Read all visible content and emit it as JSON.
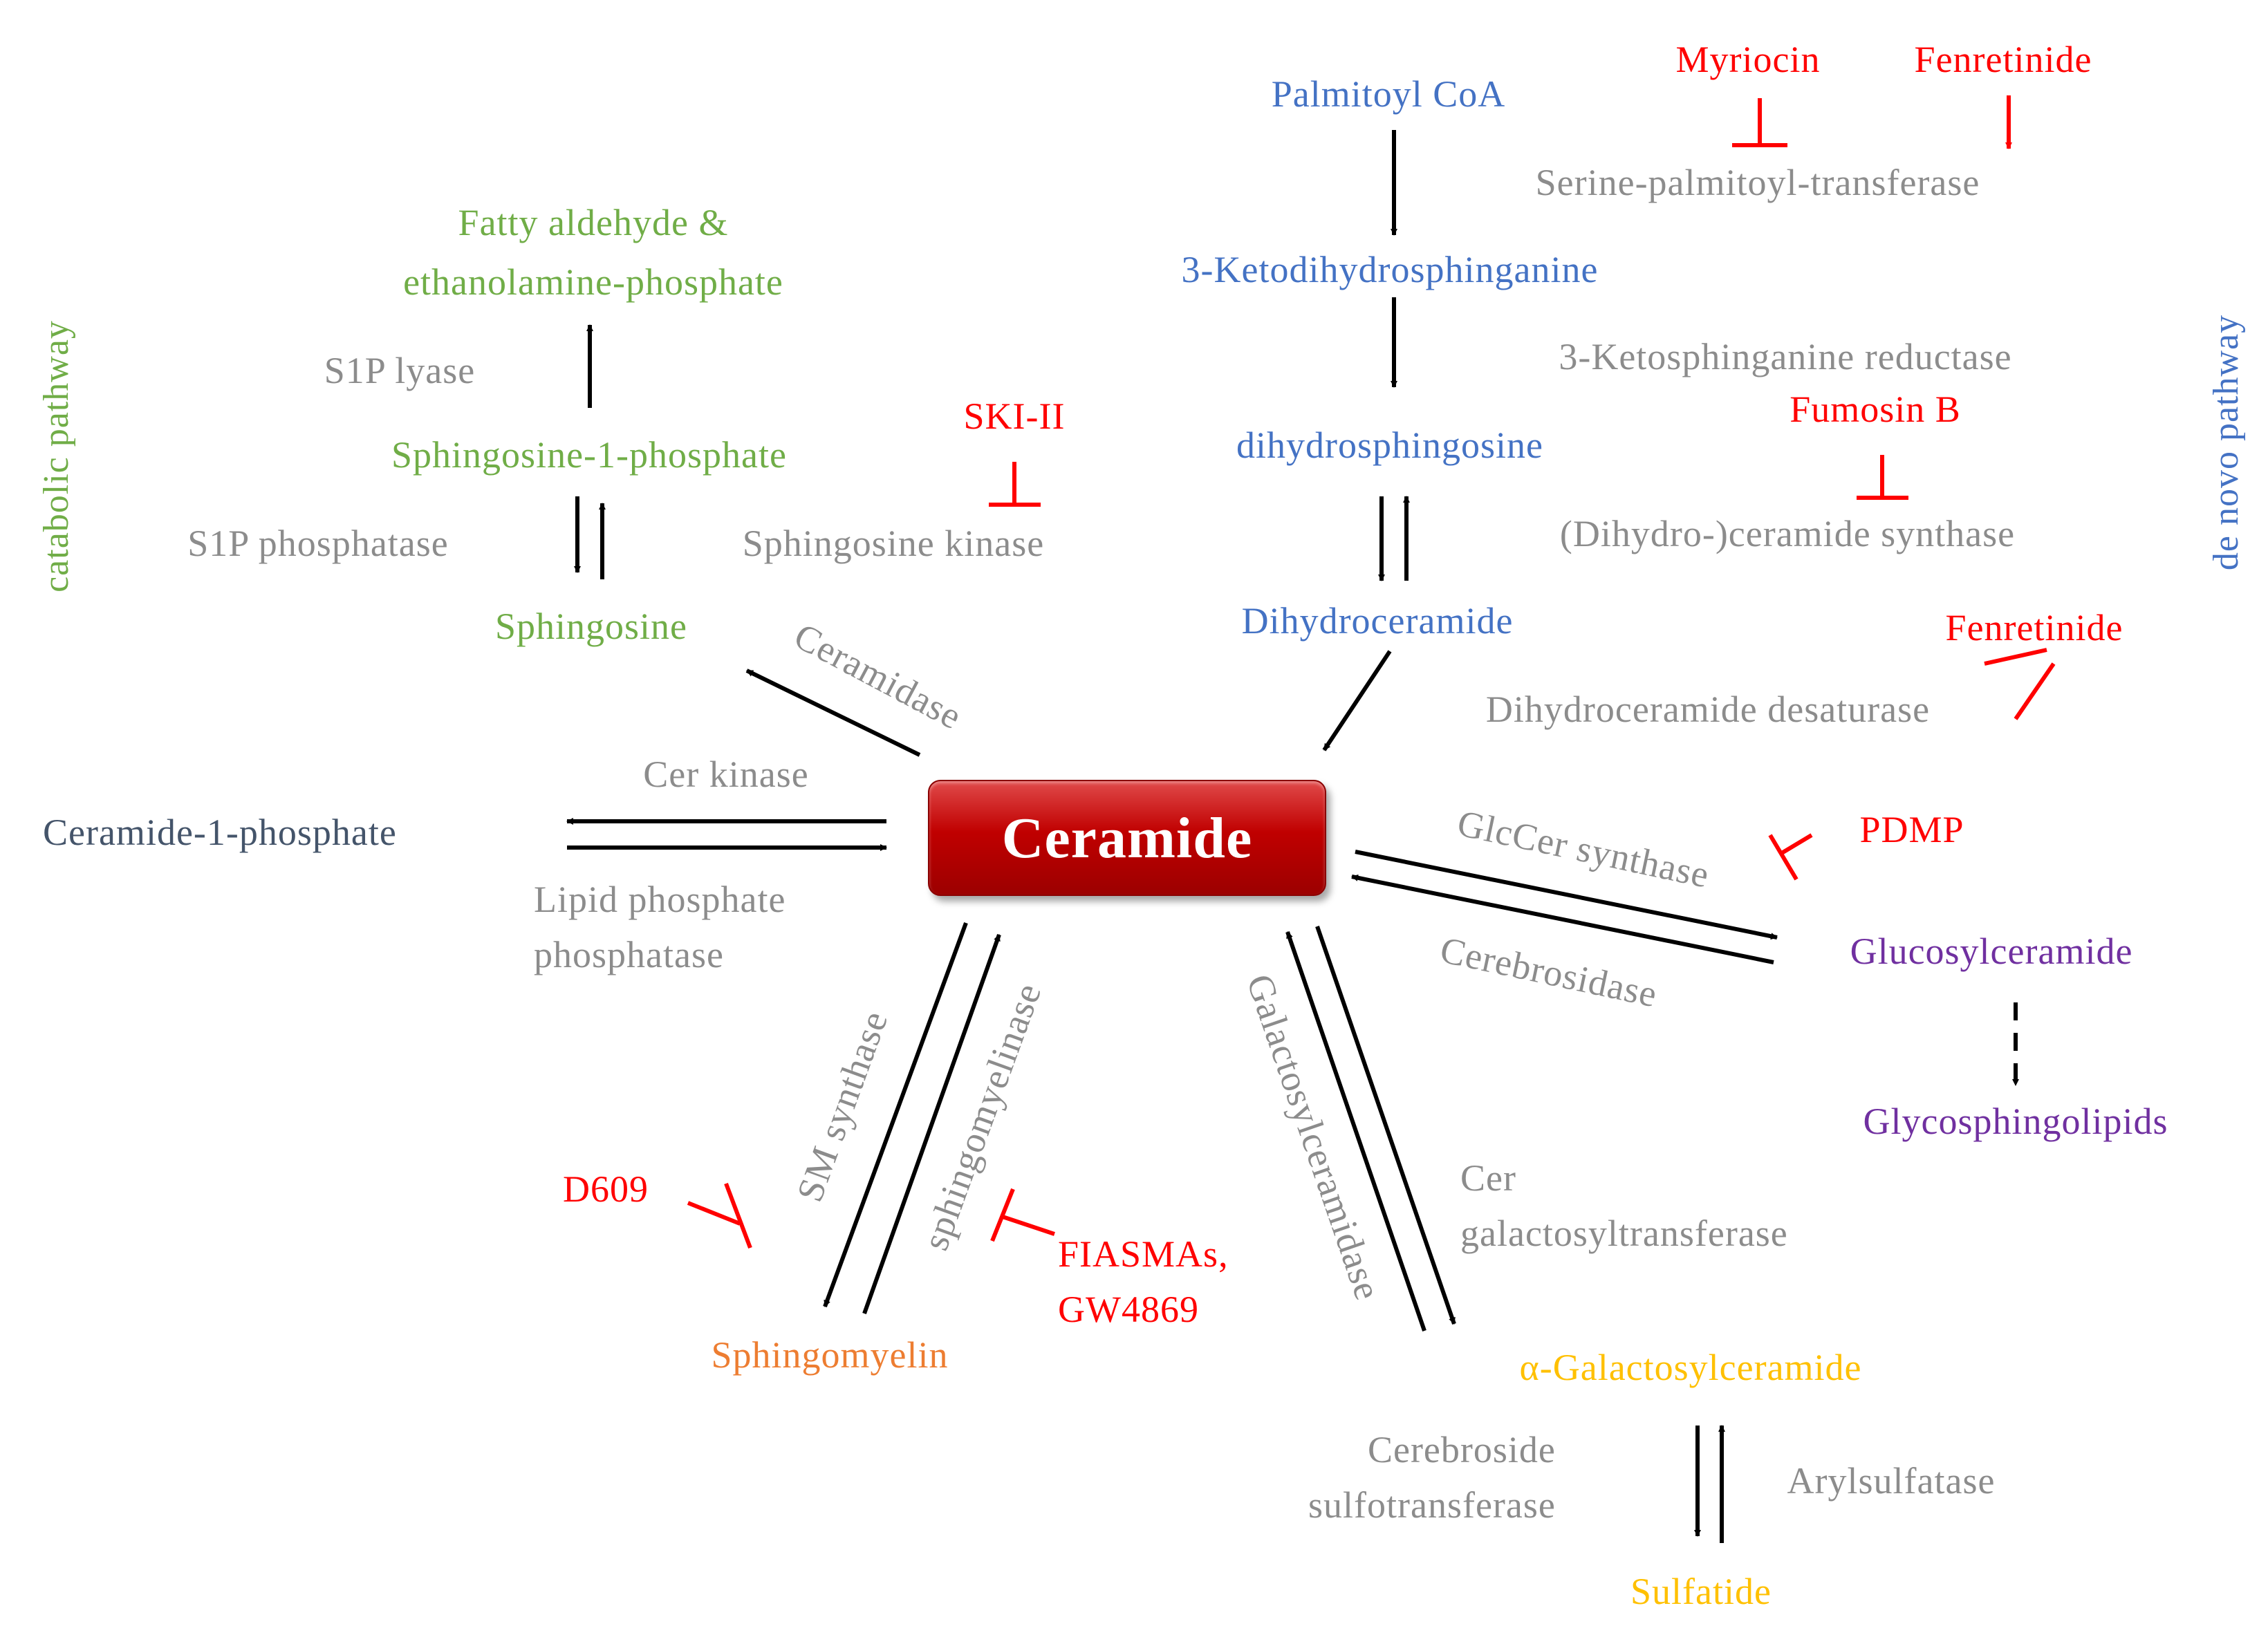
{
  "center": "Ceramide",
  "side_labels": {
    "catabolic": "catabolic pathway",
    "denovo": "de novo pathway"
  },
  "metabolites": {
    "fatty_aldehyde_line1": "Fatty aldehyde &",
    "fatty_aldehyde_line2": "ethanolamine-phosphate",
    "s1p": "Sphingosine-1-phosphate",
    "sphingosine": "Sphingosine",
    "c1p": "Ceramide-1-phosphate",
    "palmitoyl": "Palmitoyl CoA",
    "ketodihydro": "3-Ketodihydrosphinganine",
    "dihydrosphingosine": "dihydrosphingosine",
    "dihydroceramide": "Dihydroceramide",
    "glucosylceramide": "Glucosylceramide",
    "glycosphingolipids": "Glycosphingolipids",
    "sphingomyelin": "Sphingomyelin",
    "galactosylceramide": "α-Galactosylceramide",
    "sulfatide": "Sulfatide"
  },
  "enzymes": {
    "s1p_lyase": "S1P lyase",
    "s1p_phosphatase": "S1P phosphatase",
    "sphingosine_kinase": "Sphingosine kinase",
    "ceramidase": "Ceramidase",
    "cer_kinase": "Cer kinase",
    "lpp": "Lipid phosphate\nphosphatase",
    "spt": "Serine-palmitoyl-transferase",
    "ksr": "3-Ketosphinganine reductase",
    "cers": "(Dihydro-)ceramide synthase",
    "des": "Dihydroceramide desaturase",
    "glccer_synthase": "GlcCer synthase",
    "cerebrosidase": "Cerebrosidase",
    "sm_synthase": "SM synthase",
    "smase": "sphingomyelinase",
    "galactosylceramidase": "Galactosylceramidase",
    "cer_galt": "Cer\ngalactosyltransferase",
    "cst": "Cerebroside\nsulfotransferase",
    "arylsulfatase": "Arylsulfatase"
  },
  "inhibitors": {
    "myriocin": "Myriocin",
    "fenretinide_top": "Fenretinide",
    "ski": "SKI-II",
    "fumosin": "Fumosin B",
    "fenretinide_mid": "Fenretinide",
    "pdmp": "PDMP",
    "d609": "D609",
    "fiasma": "FIASMAs,\nGW4869"
  },
  "colors": {
    "catabolic": "#70ad47",
    "de_novo": "#4472c4",
    "inhibitor": "#ff0000",
    "enzyme": "#8c8c8c",
    "ceramide_box": "#c00000",
    "c1p": "#44546a",
    "glyco": "#7030a0",
    "sphingomyelin": "#ed7d31",
    "galacto": "#ffc000"
  }
}
